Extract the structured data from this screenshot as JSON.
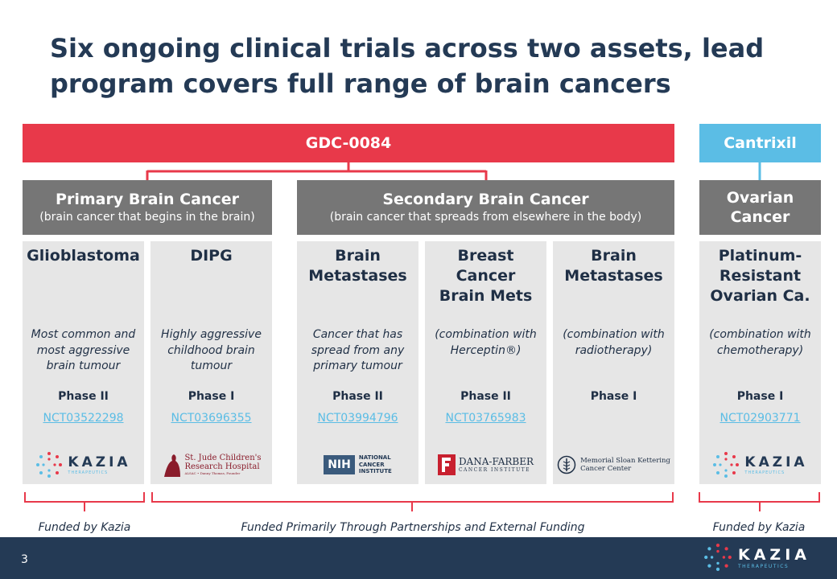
{
  "title_line1": "Six ongoing clinical trials across two assets, lead",
  "title_line2": "program covers full range of brain cancers",
  "asset_gdc": "GDC-0084",
  "asset_cantrixil": "Cantrixil",
  "categories": {
    "primary": {
      "name": "Primary Brain Cancer",
      "sub": "(brain cancer that begins in the brain)"
    },
    "secondary": {
      "name": "Secondary Brain Cancer",
      "sub": "(brain cancer that spreads from elsewhere in the body)"
    },
    "ovarian": {
      "name_line1": "Ovarian",
      "name_line2": "Cancer"
    }
  },
  "columns": [
    {
      "name": [
        "Glioblastoma"
      ],
      "desc": [
        "Most common and",
        "most aggressive",
        "brain tumour"
      ],
      "phase": "Phase II",
      "nct": "NCT03522298",
      "logo_text": "KAZIA",
      "logo_sub": "THERAPEUTICS"
    },
    {
      "name": [
        "DIPG"
      ],
      "desc": [
        "Highly aggressive",
        "childhood brain",
        "tumour"
      ],
      "phase": "Phase I",
      "nct": "NCT03696355",
      "logo_text": "St. Jude Children's",
      "logo_text2": "Research Hospital",
      "logo_sub": "ALSAC • Danny Thomas, Founder"
    },
    {
      "name": [
        "Brain",
        "Metastases"
      ],
      "desc": [
        "Cancer that has",
        "spread from any",
        "primary tumour"
      ],
      "phase": "Phase II",
      "nct": "NCT03994796",
      "logo_text": "NIH",
      "logo_text2": "NATIONAL",
      "logo_text3": "CANCER",
      "logo_text4": "INSTITUTE"
    },
    {
      "name": [
        "Breast",
        "Cancer",
        "Brain Mets"
      ],
      "desc": [
        "(combination with",
        "Herceptin®)"
      ],
      "phase": "Phase II",
      "nct": "NCT03765983",
      "logo_text": "DANA-FARBER",
      "logo_sub": "CANCER INSTITUTE"
    },
    {
      "name": [
        "Brain",
        "Metastases"
      ],
      "desc": [
        "(combination with",
        "radiotherapy)"
      ],
      "phase": "Phase I",
      "nct": "",
      "logo_text": "Memorial Sloan Kettering",
      "logo_text2": "Cancer Center"
    },
    {
      "name": [
        "Platinum-",
        "Resistant",
        "Ovarian Ca."
      ],
      "desc": [
        "(combination with",
        "chemotherapy)"
      ],
      "phase": "Phase I",
      "nct": "NCT02903771",
      "logo_text": "KAZIA",
      "logo_sub": "THERAPEUTICS"
    }
  ],
  "funding": {
    "left": "Funded by Kazia",
    "middle": "Funded Primarily Through Partnerships and External Funding",
    "right": "Funded by Kazia"
  },
  "footer": {
    "page_number": "3",
    "logo_text": "KAZIA",
    "logo_sub": "THERAPEUTICS"
  },
  "colors": {
    "navy": "#243a55",
    "red": "#e8394a",
    "blue": "#5bbde5",
    "gray": "#767676",
    "light_gray": "#e6e6e6"
  }
}
